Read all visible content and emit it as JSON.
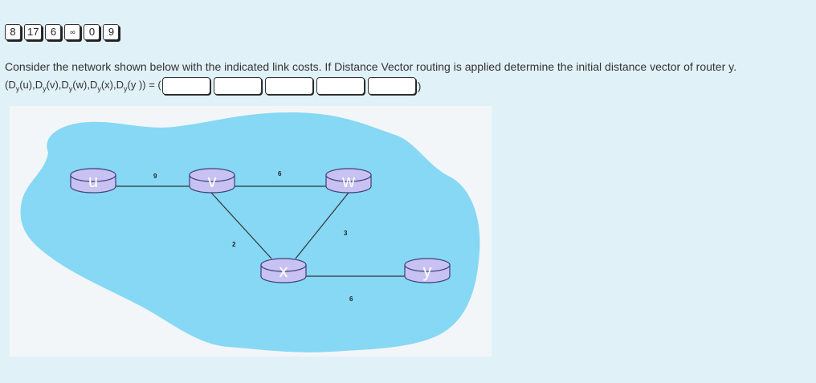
{
  "answer_tiles": [
    "8",
    "17",
    "6",
    "∞",
    "0",
    "9"
  ],
  "question": "Consider the network shown below with the indicated link costs. If Distance Vector routing is applied determine the initial distance vector of router y.",
  "expression": {
    "prefix": "(D",
    "terms": [
      {
        "sub": "y",
        "arg": "(u),D"
      },
      {
        "sub": "y",
        "arg": "(v),D"
      },
      {
        "sub": "y",
        "arg": "(w),D"
      },
      {
        "sub": "y",
        "arg": "(x),D"
      },
      {
        "sub": "y",
        "arg": "(y )) = ("
      }
    ],
    "close": ")"
  },
  "network": {
    "routers": [
      "u",
      "v",
      "w",
      "x",
      "y"
    ],
    "link_costs": {
      "u_v": "9",
      "v_w": "6",
      "v_x": "2",
      "w_x": "3",
      "x_y": "6"
    }
  },
  "colors": {
    "background": "#e1f1f8",
    "cloud": "#86d8f5",
    "router_fill": "#c8c2f2",
    "router_stroke": "#3e3e78"
  }
}
